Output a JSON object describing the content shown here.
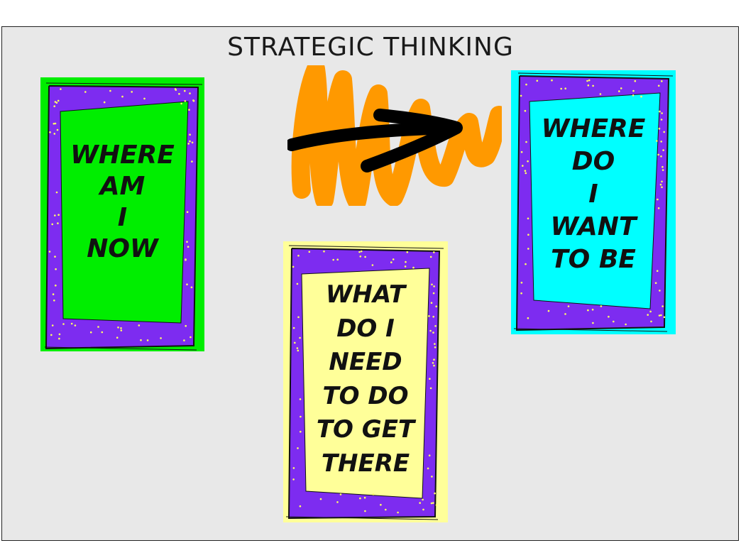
{
  "diagram": {
    "title": "STRATEGIC THINKING",
    "cards": {
      "now": {
        "label": "WHERE\nAM\n I\nNOW",
        "background": "#00ee00"
      },
      "want": {
        "label": "WHERE\nDO\n I\nWANT\nTO BE",
        "background": "#00ffff"
      },
      "need": {
        "label": "WHAT\nDO I\n NEED\nTO DO\nTO GET\nTHERE",
        "background": "#ffff99"
      }
    },
    "frame_color": "#7d2cf0",
    "arrow": {
      "scribble_color": "#ff9900",
      "arrow_color": "#000000"
    }
  }
}
